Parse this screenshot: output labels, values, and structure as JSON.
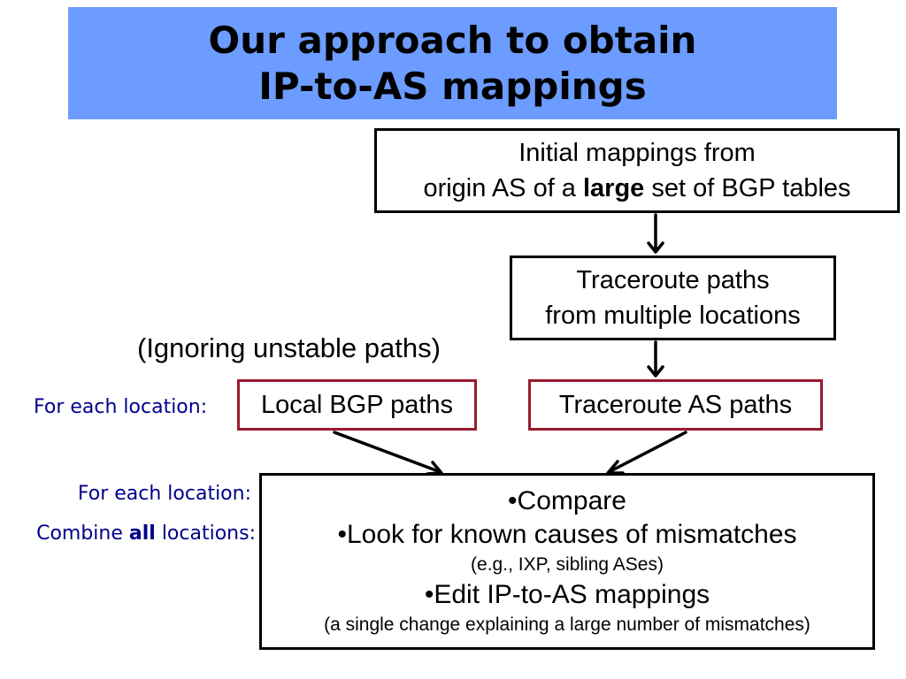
{
  "title": {
    "line1": "Our approach to obtain",
    "line2": "IP-to-AS mappings"
  },
  "initial_box": {
    "line1": "Initial mappings from",
    "line2_pre": "origin AS of a ",
    "line2_bold": "large",
    "line2_post": " set of BGP tables"
  },
  "traceroute_box": {
    "line1": "Traceroute paths",
    "line2": "from multiple locations"
  },
  "ignoring_note": "(Ignoring unstable paths)",
  "local_bgp_box": "Local BGP paths",
  "traceroute_as_box": "Traceroute AS paths",
  "side_labels": {
    "for_each_1": "For each location:",
    "for_each_2": "For each location:",
    "combine_pre": "Combine ",
    "combine_bold": "all",
    "combine_post": " locations:"
  },
  "compare_box": {
    "item1": "•Compare",
    "item2": "•Look for known causes of mismatches",
    "item2_note": "(e.g., IXP, sibling ASes)",
    "item3": "•Edit IP-to-AS mappings",
    "item3_note": "(a single change explaining a large number of mismatches)"
  },
  "colors": {
    "title_background": "#6c9cff",
    "red_border": "#9b1b30",
    "label_blue": "#00008b"
  }
}
